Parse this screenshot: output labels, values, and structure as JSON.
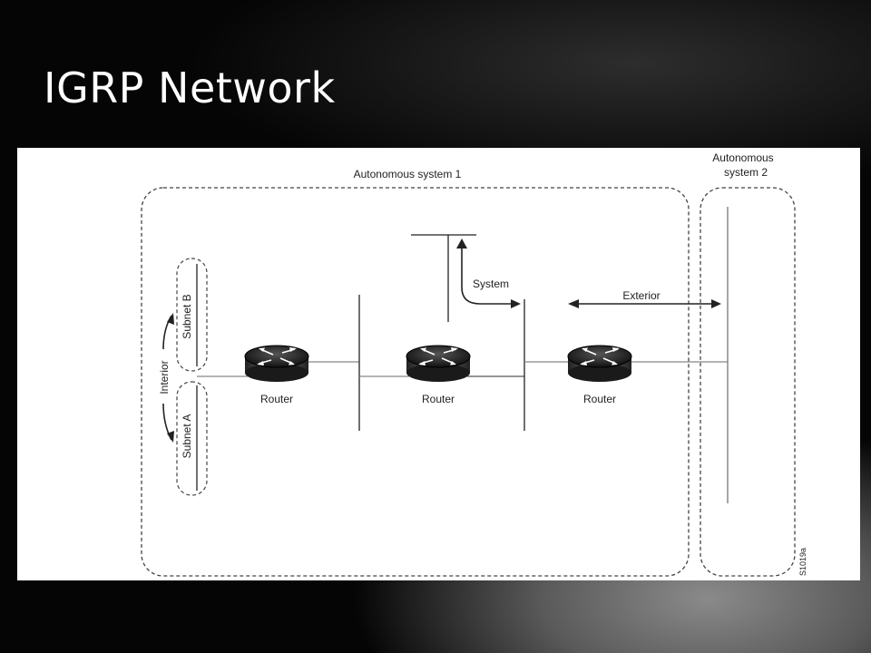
{
  "slide": {
    "title": "IGRP Network"
  },
  "diagram": {
    "as1_label": "Autonomous system 1",
    "as2_label_line1": "Autonomous",
    "as2_label_line2": "system 2",
    "subnet_a": "Subnet A",
    "subnet_b": "Subnet B",
    "interior": "Interior",
    "system": "System",
    "exterior": "Exterior",
    "routers": [
      "Router",
      "Router",
      "Router"
    ],
    "figure_id": "S1019a"
  }
}
